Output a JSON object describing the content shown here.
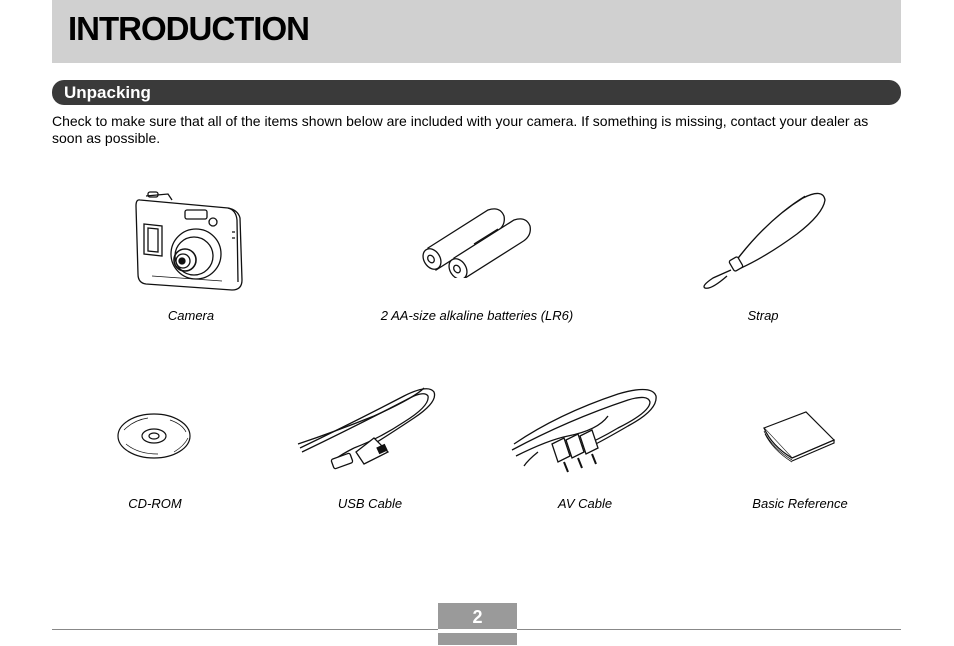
{
  "header": {
    "title": "INTRODUCTION"
  },
  "section": {
    "title": "Unpacking"
  },
  "intro_text": "Check to make sure that all of the items shown below are included with your camera. If something is missing, contact your dealer as soon as possible.",
  "items": [
    {
      "label": "Camera",
      "icon": "camera-icon"
    },
    {
      "label": "2 AA-size alkaline batteries (LR6)",
      "icon": "batteries-icon"
    },
    {
      "label": "Strap",
      "icon": "strap-icon"
    },
    {
      "label": "CD-ROM",
      "icon": "cd-rom-icon"
    },
    {
      "label": "USB Cable",
      "icon": "usb-cable-icon"
    },
    {
      "label": "AV Cable",
      "icon": "av-cable-icon"
    },
    {
      "label": "Basic Reference",
      "icon": "booklet-icon"
    }
  ],
  "footer": {
    "page_number": "2"
  }
}
